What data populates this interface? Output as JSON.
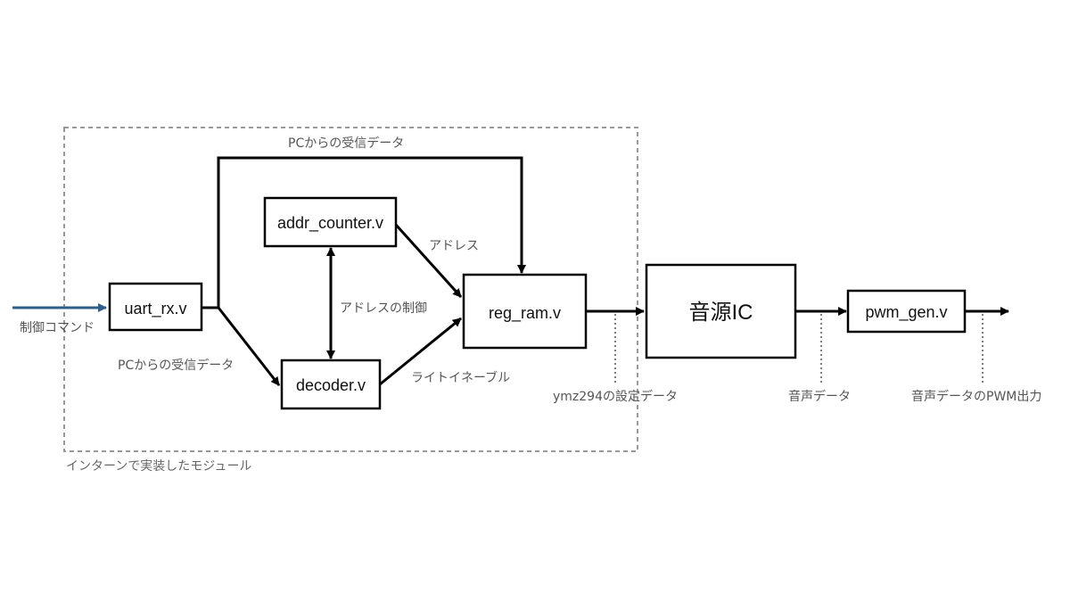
{
  "diagram": {
    "group_caption": "インターンで実装したモジュール",
    "blocks": {
      "uart_rx": "uart_rx.v",
      "addr_counter": "addr_counter.v",
      "decoder": "decoder.v",
      "reg_ram": "reg_ram.v",
      "sound_ic": "音源IC",
      "pwm_gen": "pwm_gen.v"
    },
    "labels": {
      "control_command": "制御コマンド",
      "pc_data_top": "PCからの受信データ",
      "pc_data_left": "PCからの受信データ",
      "address": "アドレス",
      "address_control": "アドレスの制御",
      "write_enable": "ライトイネーブル",
      "ymz_setting": "ymz294の設定データ",
      "audio_data": "音声データ",
      "audio_pwm": "音声データのPWM出力"
    },
    "colors": {
      "input_arrow": "#2f5d8c",
      "group_border": "#999999",
      "label_text": "#555555"
    }
  }
}
